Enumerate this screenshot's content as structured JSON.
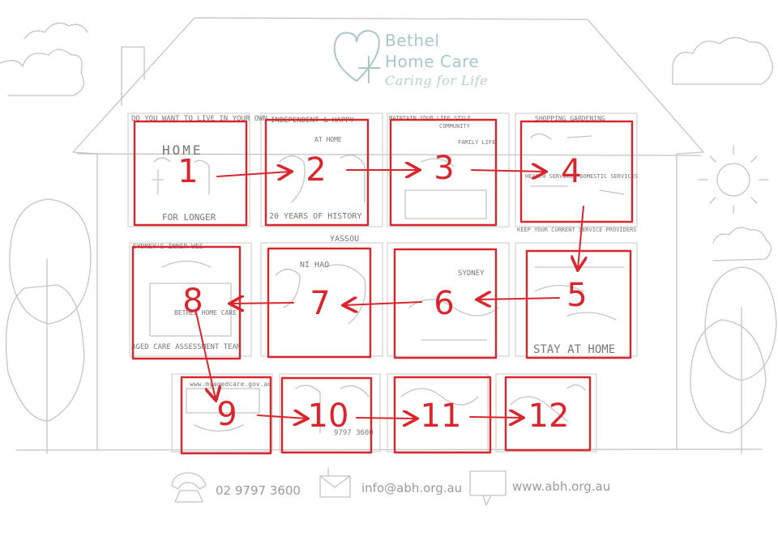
{
  "brand": {
    "name_line1": "Bethel",
    "name_line2": "Home Care",
    "tagline": "Caring for Life",
    "logo_icon": "heart-plus-icon",
    "color": "#a9c8c8"
  },
  "colors": {
    "frame_red": "#d9262c",
    "sketch_gray": "#9a9a9a"
  },
  "panels": [
    {
      "number": "1",
      "caption_top": "DO YOU WANT TO LIVE IN YOUR OWN",
      "caption_mid": "HOME",
      "caption_bottom": "FOR LONGER"
    },
    {
      "number": "2",
      "caption_top": "INDEPENDENT & HAPPY",
      "caption_mid": "AT HOME",
      "caption_bottom": "20 YEARS OF HISTORY"
    },
    {
      "number": "3",
      "caption_top": "MAINTAIN YOUR LIFE STYLE",
      "caption_mid": "COMMUNITY",
      "caption_bottom": "FAMILY LIFE"
    },
    {
      "number": "4",
      "caption_top": "SHOPPING  GARDENING",
      "caption_mid": "HEALTH SERVICES  DOMESTIC SERVICES",
      "caption_bottom": "KEEP YOUR CURRENT SERVICE PROVIDERS"
    },
    {
      "number": "5",
      "caption_top": "",
      "caption_mid": "",
      "caption_bottom": "STAY AT HOME"
    },
    {
      "number": "6",
      "caption_top": "SYDNEY",
      "caption_mid": "",
      "caption_bottom": ""
    },
    {
      "number": "7",
      "caption_top": "NI HAO",
      "caption_mid": "YASSOU",
      "caption_bottom": ""
    },
    {
      "number": "8",
      "caption_top": "SYDNEY'S INNER WES",
      "caption_mid": "BETHEL HOME CARE",
      "caption_bottom": "AGED CARE ASSESSMENT TEAM"
    },
    {
      "number": "9",
      "caption_top": "www.myagedcare.gov.au",
      "caption_mid": "",
      "caption_bottom": ""
    },
    {
      "number": "10",
      "caption_top": "",
      "caption_mid": "",
      "caption_bottom": "9797 3600"
    },
    {
      "number": "11",
      "caption_top": "",
      "caption_mid": "",
      "caption_bottom": ""
    },
    {
      "number": "12",
      "caption_top": "",
      "caption_mid": "",
      "caption_bottom": ""
    }
  ],
  "footer": {
    "phone": "02 9797 3600",
    "email": "info@abh.org.au",
    "website": "www.abh.org.au",
    "phone_icon": "phone-icon",
    "email_icon": "mail-icon",
    "web_icon": "www-icon"
  }
}
